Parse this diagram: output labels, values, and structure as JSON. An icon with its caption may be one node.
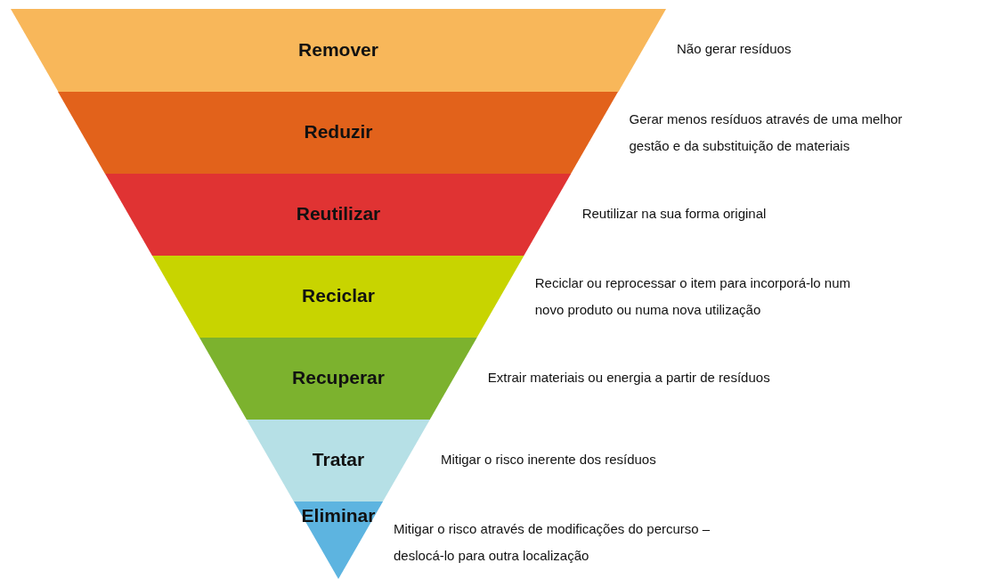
{
  "diagram": {
    "nodes": [
      {
        "text": [
          "Remover"
        ],
        "beside": [
          "Não gerar resíduos"
        ]
      },
      {
        "text": [
          "Reduzir"
        ],
        "beside": [
          "Gerar menos resíduos através de uma melhor gestão e da substituição de materiais"
        ]
      },
      {
        "text": [
          "Reutilizar"
        ],
        "beside": [
          "Reutilizar na sua forma original"
        ]
      },
      {
        "text": [
          "Reciclar"
        ],
        "beside": [
          "Reciclar ou reprocessar o item para incorporá-lo num novo produto ou numa nova utilização"
        ]
      },
      {
        "text": [
          "Recuperar"
        ],
        "beside": [
          "Extrair materiais ou energia a partir de resíduos"
        ]
      },
      {
        "text": [
          "Tratar"
        ],
        "beside": [
          "Mitigar o risco inerente dos resíduos"
        ]
      },
      {
        "text": [
          "Eliminar"
        ],
        "beside": [
          "Mitigar o risco através de modificações do percurso – deslocá-lo para outra localização"
        ]
      }
    ]
  }
}
